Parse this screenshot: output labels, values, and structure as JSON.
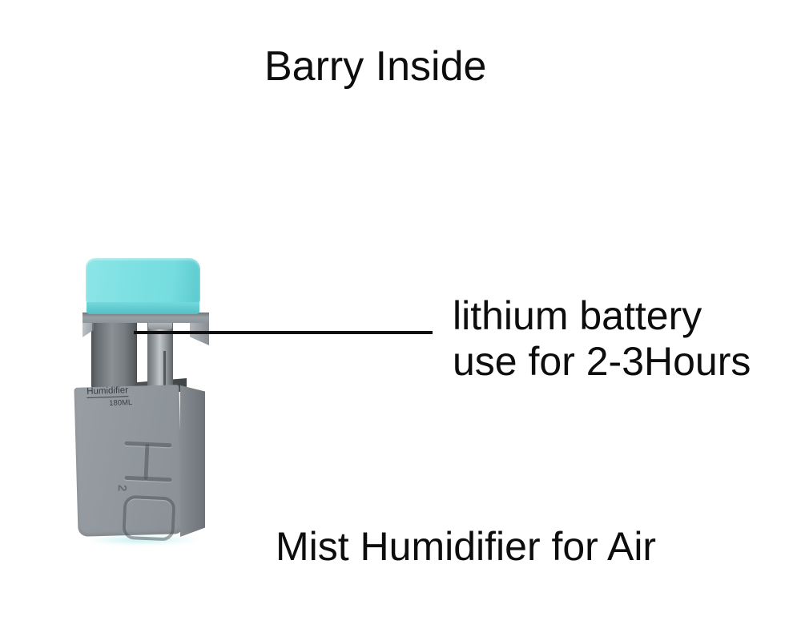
{
  "page": {
    "background_color": "#FFFFFF"
  },
  "header": {
    "title": "Barry Inside"
  },
  "callout": {
    "line1": "lithium battery",
    "line2": "use for 2-3Hours"
  },
  "caption": {
    "text": "Mist Humidifier for Air"
  },
  "product": {
    "tank_label": "Humidifier",
    "tank_capacity": "180ML",
    "embossed_text": "H2O",
    "embossed_subscript": "2",
    "colors": {
      "cap_teal": "#7DE0E2",
      "cap_teal_shade": "#5FC9CE",
      "body_gray": "#90979C",
      "body_side_gray": "#787E83",
      "pillar_dark_gray": "#6A7074",
      "callout_line_black": "#101010",
      "text_black": "#0D0D0D"
    }
  }
}
